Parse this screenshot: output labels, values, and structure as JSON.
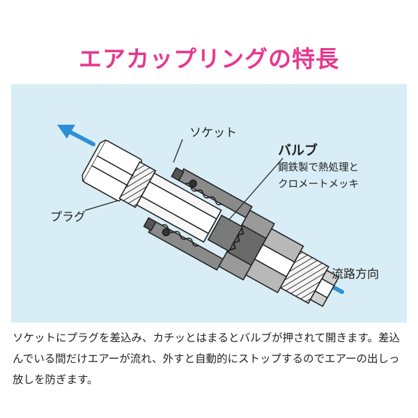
{
  "title": "エアカップリングの特長",
  "labels": {
    "socket": "ソケット",
    "valve": "バルブ",
    "valve_note_line1": "鋼鉄製で熱処理と",
    "valve_note_line2": "クロメートメッキ",
    "plug": "プラグ",
    "flow_direction": "流路方向"
  },
  "description": "ソケットにプラグを差込み、カチッとはまるとバルブが押されて開きます。差込んでいる間だけエアーが流れ、外すと自動的にストップするのでエアーの出しっ放しを防ぎます。",
  "colors": {
    "title": "#e8378e",
    "panel_bg": "#d8edf5",
    "arrow": "#2f8fd6"
  },
  "icons": [
    "arrow-up-left-icon",
    "arrow-up-left-icon"
  ]
}
